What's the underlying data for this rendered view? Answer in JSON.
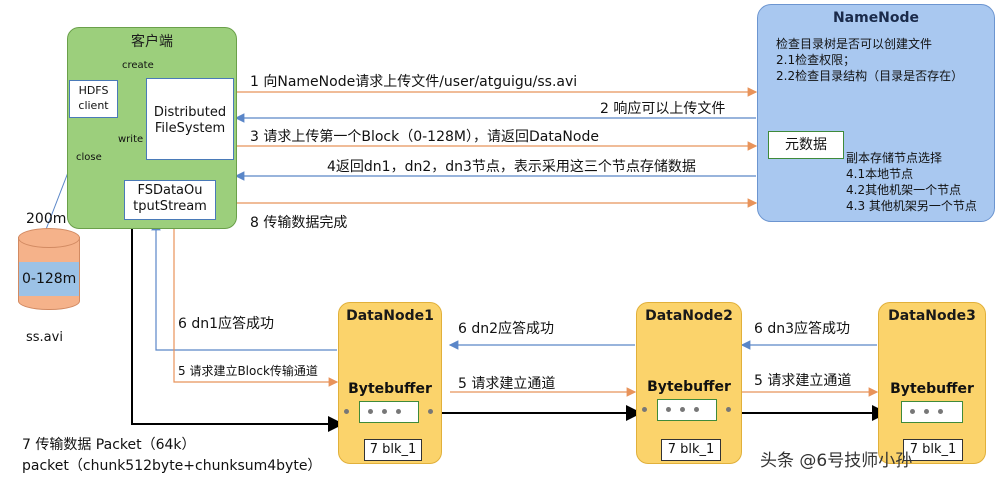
{
  "client": {
    "title": "客户端",
    "hdfs_client": "HDFS\nclient",
    "dfs": "Distributed\nFileSystem",
    "fsdos": "FSDataOu\ntputStream",
    "edge_create": "create",
    "edge_write": "write",
    "edge_close": "close"
  },
  "file": {
    "size": "200m",
    "block": "0-128m",
    "name": "ss.avi"
  },
  "namenode": {
    "title": "NameNode",
    "line1": "检查目录树是否可以创建文件",
    "line2": "2.1检查权限；",
    "line3": "2.2检查目录结构（目录是否存在）",
    "metadata": "元数据",
    "policy": "副本存储节点选择",
    "p1": "4.1本地节点",
    "p2": "4.2其他机架一个节点",
    "p3": "4.3 其他机架另一个节点"
  },
  "steps": {
    "s1": "1 向NameNode请求上传文件/user/atguigu/ss.avi",
    "s2": "2 响应可以上传文件",
    "s3": "3 请求上传第一个Block（0-128M），请返回DataNode",
    "s4": "4返回dn1，dn2，dn3节点，表示采用这三个节点存储数据",
    "s8": "8 传输数据完成",
    "s6a": "6 dn1应答成功",
    "s5a": "5 请求建立Block传输通道",
    "s6b": "6 dn2应答成功",
    "s5b": "5 请求建立通道",
    "s6c": "6 dn3应答成功",
    "s5c": "5 请求建立通道",
    "s7a": "7 传输数据  Packet（64k）",
    "s7b": "packet（chunk512byte+chunksum4byte）"
  },
  "datanodes": [
    {
      "title": "DataNode1",
      "buffer": "Bytebuffer",
      "blk": "7 blk_1"
    },
    {
      "title": "DataNode2",
      "buffer": "Bytebuffer",
      "blk": "7 blk_1"
    },
    {
      "title": "DataNode3",
      "buffer": "Bytebuffer",
      "blk": "7 blk_1"
    }
  ],
  "watermark": "头条 @6号技师小孙",
  "colors": {
    "client": "#9ccf7c",
    "namenode": "#a9c8f0",
    "datanode": "#fbd36b",
    "orange_arrow": "#e8935a",
    "blue_arrow": "#5a86c8"
  }
}
